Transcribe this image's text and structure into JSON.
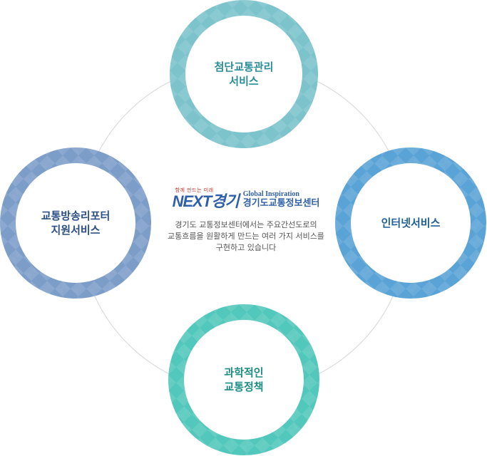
{
  "center": {
    "logo_tagline": "함께 만드는 미래",
    "logo_brand": "NEXT경기",
    "logo_english": "Global Inspiration",
    "logo_org": "경기도교통정보센터",
    "description": "경기도 교통정보센터에서는 주요간선도로의\n교통흐름을 원활하게 만드는 여러 가지 서비스를\n구현하고 있습니다"
  },
  "services": {
    "top": {
      "label": "첨단교통관리\n서비스",
      "color": "#7cc3cc",
      "text_color": "#2a8d98"
    },
    "left": {
      "label": "교통방송리포터\n지원서비스",
      "color": "#7d9dc9",
      "text_color": "#2d4f86"
    },
    "right": {
      "label": "인터넷서비스",
      "color": "#5aa3d6",
      "text_color": "#1f5f9a"
    },
    "bottom": {
      "label": "과학적인\n교통정책",
      "color": "#52c7bb",
      "text_color": "#1e8f85"
    }
  }
}
